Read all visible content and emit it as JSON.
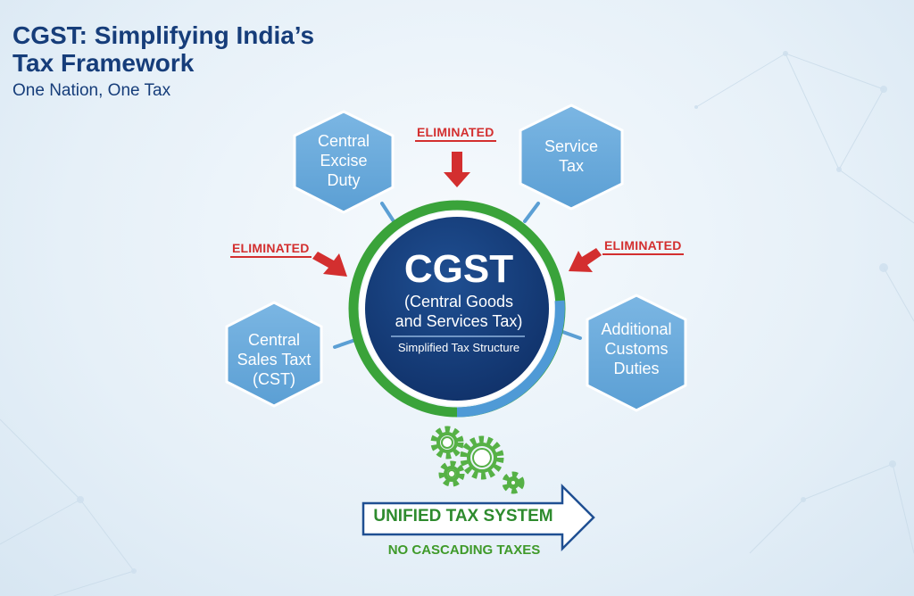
{
  "header": {
    "title_line1": "CGST: Simplifying India’s",
    "title_line2": "Tax Framework",
    "subtitle": "One Nation, One Tax"
  },
  "center": {
    "title": "CGST",
    "subtitle_line1": "(Central Goods",
    "subtitle_line2": "and Services Tax)",
    "caption": "Simplified Tax Structure"
  },
  "taxes": [
    {
      "lines": [
        "Central",
        "Excise",
        "Duty"
      ]
    },
    {
      "lines": [
        "Service",
        "Tax"
      ]
    },
    {
      "lines": [
        "Central",
        "Sales Taxt",
        "(CST)"
      ]
    },
    {
      "lines": [
        "Additional",
        "Customs",
        "Duties"
      ]
    }
  ],
  "eliminated_label": "ELIMINATED",
  "bottom": {
    "unified": "UNIFIED TAX SYSTEM",
    "no_cascading": "NO CASCADING TAXES"
  },
  "colors": {
    "navy": "#163d7a",
    "hex_blue": "#6aa8d8",
    "green": "#3aa33a",
    "red": "#d32f2f"
  }
}
